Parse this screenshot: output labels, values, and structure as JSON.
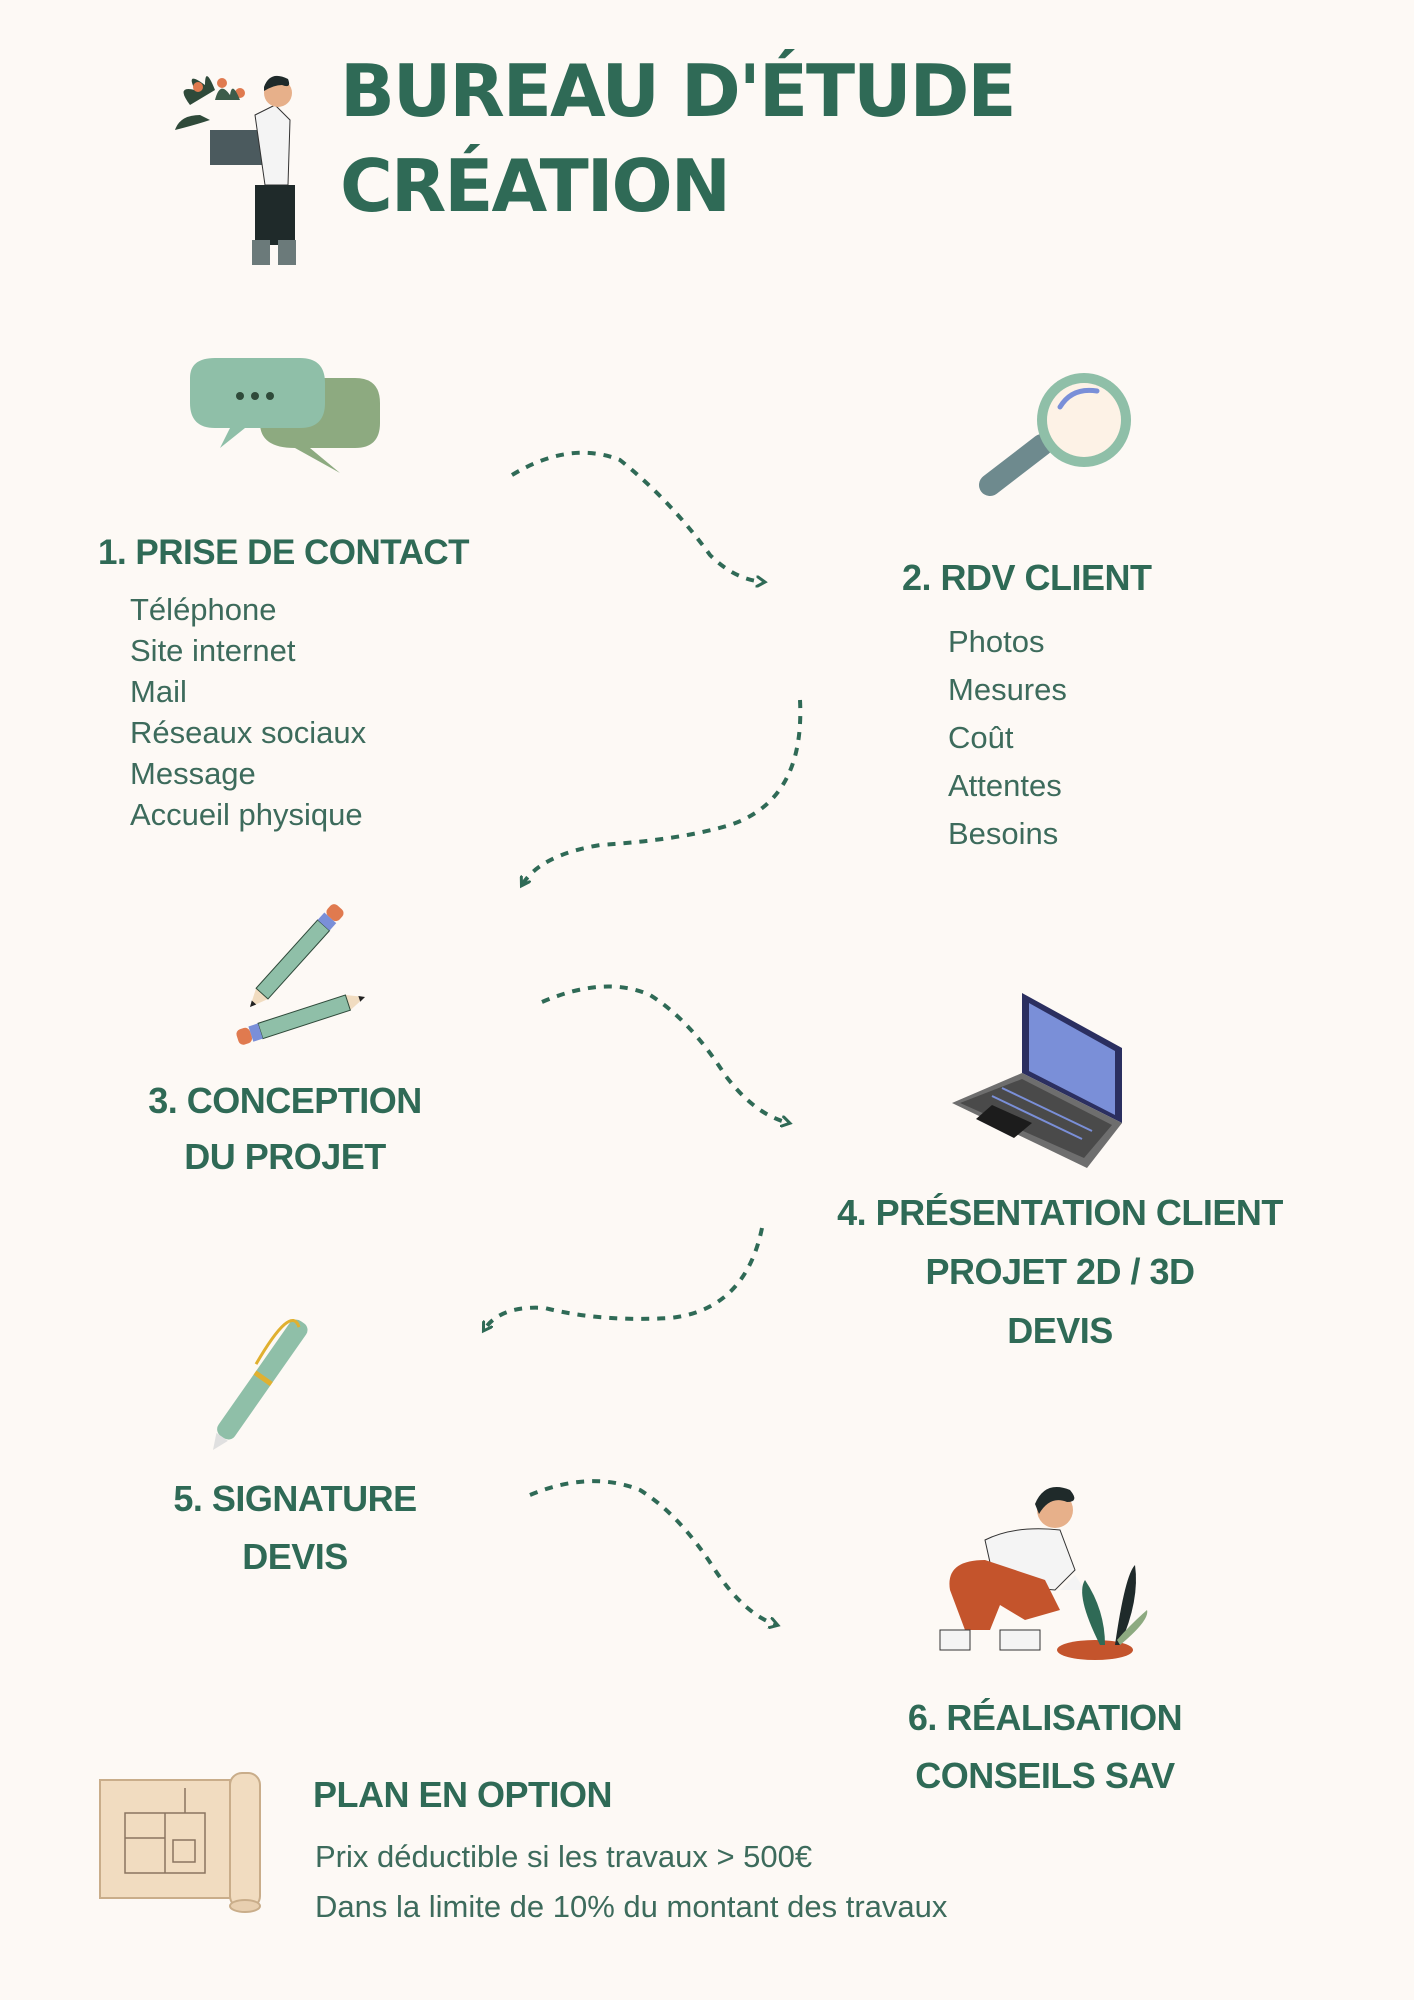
{
  "header": {
    "title_line1": "BUREAU D'ÉTUDE",
    "title_line2": "CRÉATION"
  },
  "steps": [
    {
      "title": "1. PRISE DE CONTACT",
      "items": [
        "Téléphone",
        "Site internet",
        "Mail",
        "Réseaux sociaux",
        "Message",
        "Accueil physique"
      ],
      "icon": "speech-bubbles-icon"
    },
    {
      "title": "2. RDV CLIENT",
      "items": [
        "Photos",
        "Mesures",
        "Coût",
        "Attentes",
        "Besoins"
      ],
      "icon": "magnifying-glass-icon"
    },
    {
      "title_lines": [
        "3. CONCEPTION",
        "DU PROJET"
      ],
      "icon": "pencils-icon"
    },
    {
      "title_lines": [
        "4. PRÉSENTATION CLIENT",
        "PROJET 2D / 3D",
        "DEVIS"
      ],
      "icon": "laptop-icon"
    },
    {
      "title_lines": [
        "5. SIGNATURE",
        "DEVIS"
      ],
      "icon": "pen-icon"
    },
    {
      "title_lines": [
        "6. RÉALISATION",
        "CONSEILS SAV"
      ],
      "icon": "gardener-icon"
    }
  ],
  "plan_option": {
    "title": "PLAN EN OPTION",
    "lines": [
      "Prix déductible si les travaux > 500€",
      "Dans la limite de 10% du montant des travaux"
    ],
    "icon": "blueprint-icon"
  },
  "colors": {
    "primary": "#2f6a56",
    "background": "#fdf9f5",
    "accent_orange": "#e07a4f",
    "mint": "#8fbfa8"
  }
}
